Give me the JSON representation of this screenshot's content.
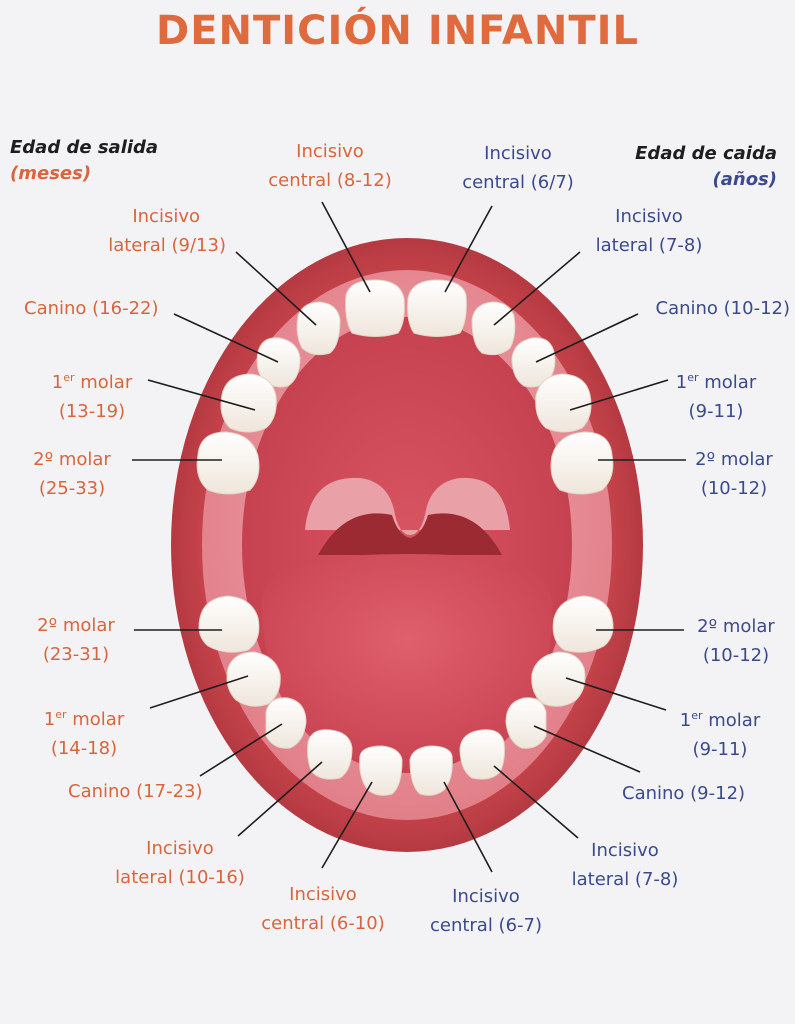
{
  "title": "DENTICIÓN INFANTIL",
  "header_left": {
    "line1": "Edad de salida",
    "line2": "(meses)"
  },
  "header_right": {
    "line1": "Edad de caida",
    "line2": "(años)"
  },
  "colors": {
    "title": "#de6a3e",
    "eruption": "#d9653c",
    "loss": "#3b4a8c",
    "lips": "#c8444c",
    "gum": "#e98a92",
    "tooth": "#fdf8f2"
  },
  "upper_eruption": [
    {
      "l1": "Incisivo",
      "l2": "central (8-12)"
    },
    {
      "l1": "Incisivo",
      "l2": "lateral (9/13)"
    },
    {
      "l1": "Canino (16-22)",
      "l2": ""
    },
    {
      "l1": "1er molar",
      "l2": "(13-19)"
    },
    {
      "l1": "2º molar",
      "l2": "(25-33)"
    }
  ],
  "upper_loss": [
    {
      "l1": "Incisivo",
      "l2": "central (6/7)"
    },
    {
      "l1": "Incisivo",
      "l2": "lateral (7-8)"
    },
    {
      "l1": "Canino (10-12)",
      "l2": ""
    },
    {
      "l1": "1er molar",
      "l2": "(9-11)"
    },
    {
      "l1": "2º molar",
      "l2": "(10-12)"
    }
  ],
  "lower_eruption": [
    {
      "l1": "2º molar",
      "l2": "(23-31)"
    },
    {
      "l1": "1er molar",
      "l2": "(14-18)"
    },
    {
      "l1": "Canino (17-23)",
      "l2": ""
    },
    {
      "l1": "Incisivo",
      "l2": "lateral (10-16)"
    },
    {
      "l1": "Incisivo",
      "l2": "central (6-10)"
    }
  ],
  "lower_loss": [
    {
      "l1": "2º molar",
      "l2": "(10-12)"
    },
    {
      "l1": "1er molar",
      "l2": "(9-11)"
    },
    {
      "l1": "Canino (9-12)",
      "l2": ""
    },
    {
      "l1": "Incisivo",
      "l2": "lateral (7-8)"
    },
    {
      "l1": "Incisivo",
      "l2": "central (6-7)"
    }
  ]
}
